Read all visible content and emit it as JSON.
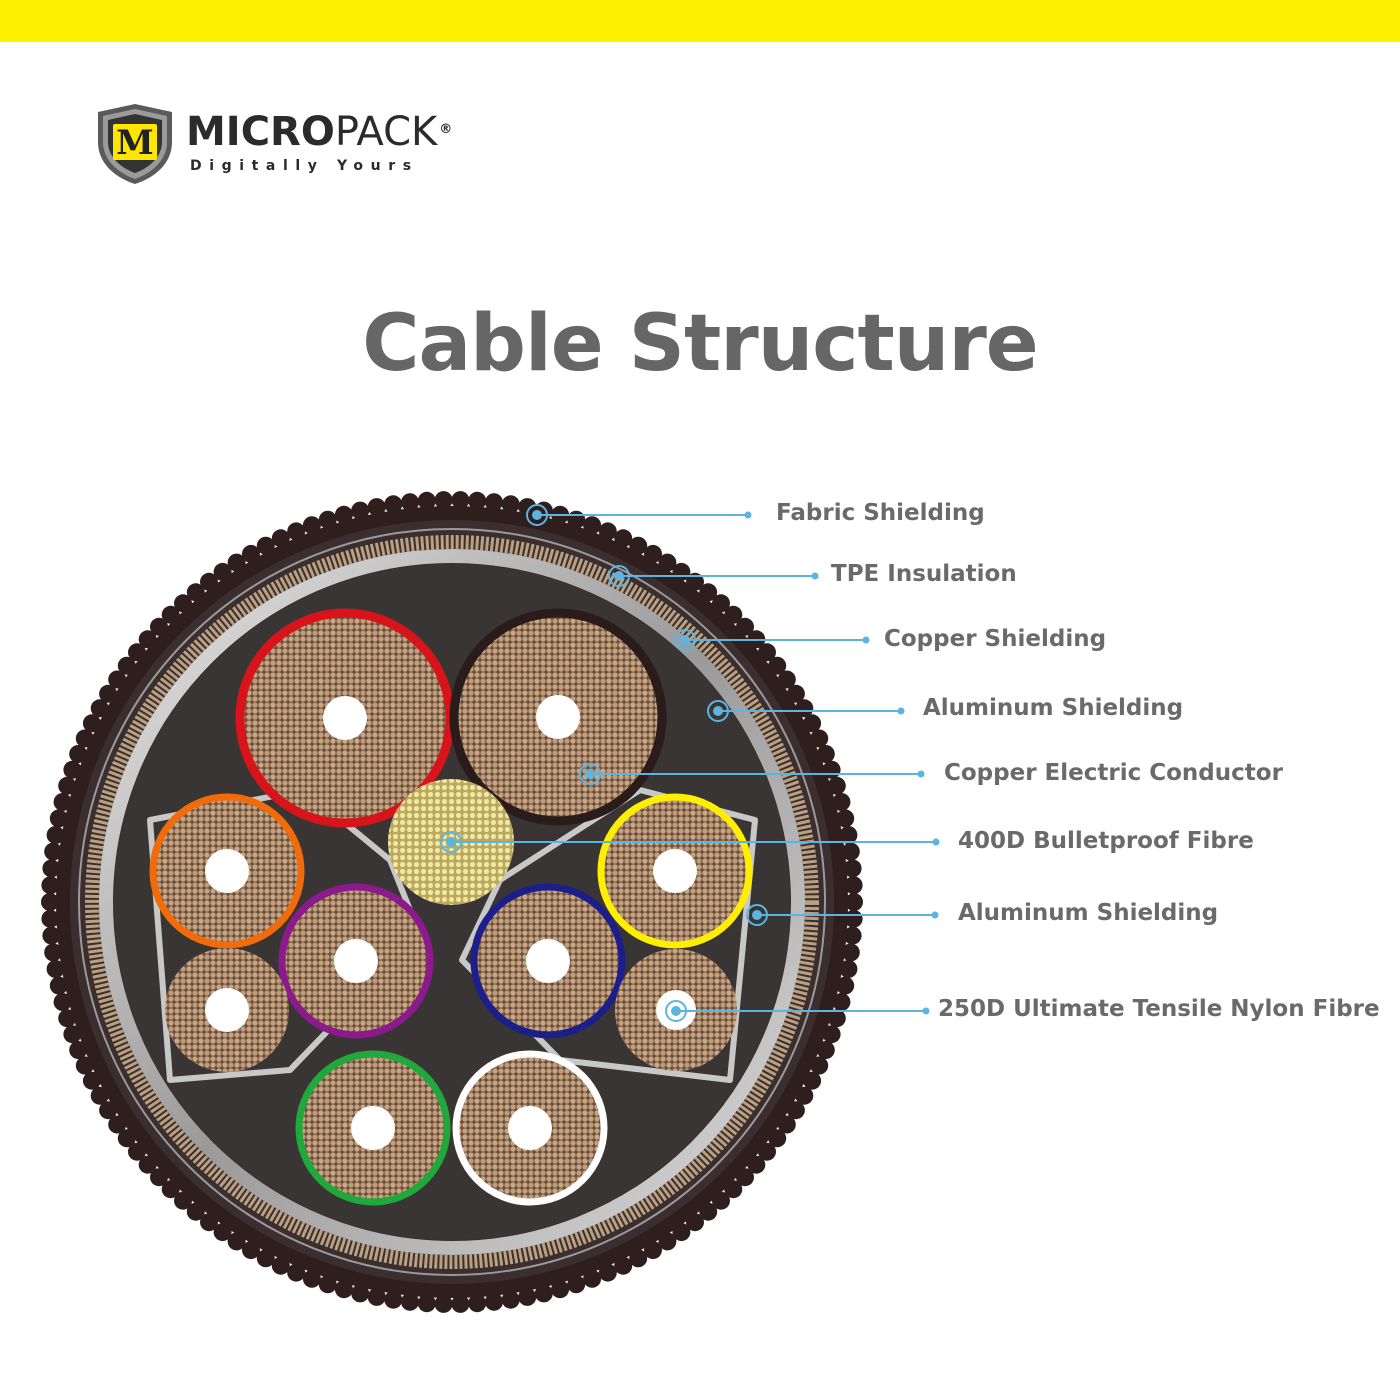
{
  "brand": {
    "logo_letter": "M",
    "name_bold": "MICRO",
    "name_light": "PACK",
    "registered": "®",
    "tagline": "Digitally Yours",
    "colors": {
      "bar": "#fff200",
      "shield_yellow": "#ffe600",
      "shield_grey": "#8c8c8c"
    }
  },
  "page": {
    "title": "Cable Structure"
  },
  "diagram": {
    "layers": [
      {
        "label": "Fabric Shielding"
      },
      {
        "label": "TPE Insulation"
      },
      {
        "label": "Copper Shielding"
      },
      {
        "label": "Aluminum Shielding"
      },
      {
        "label": "Copper Electric Conductor"
      },
      {
        "label": "400D Bulletproof Fibre"
      },
      {
        "label": "Aluminum Shielding"
      },
      {
        "label": "250D Ultimate Tensile Nylon Fibre"
      }
    ],
    "colors": {
      "leader_line": "#5bb5e0",
      "jacket": "#2e1e1e",
      "filler": "#3a3535",
      "copper": "#c9a582",
      "copper_dark": "#8a6a50",
      "fibre": "#f2e6a0",
      "wire_insulation": [
        "#d7141a",
        "#2a1c1a",
        "#f26b0a",
        "#ffee00",
        "#8b1a8c",
        "#1c1f8a",
        "#20a83a",
        "#ffffff",
        "#6b5a50",
        "#6b5a50"
      ]
    }
  }
}
